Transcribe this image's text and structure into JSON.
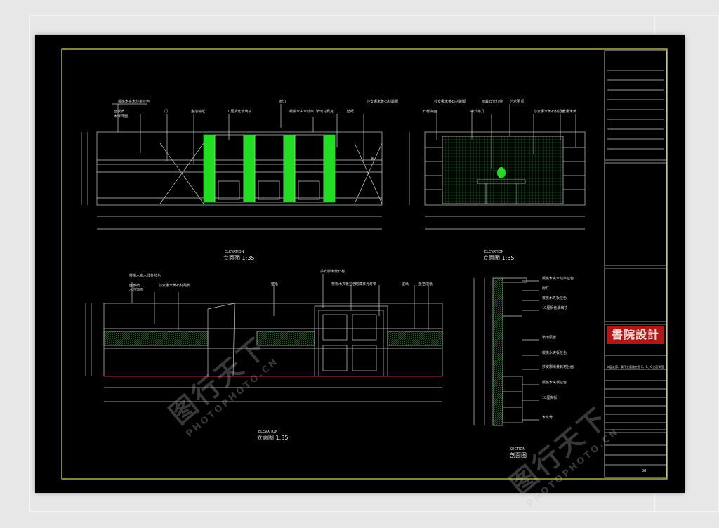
{
  "colors": {
    "background": "#e6e7e6",
    "canvas": "#000000",
    "frame": "#d8d86a",
    "line": "#c8c8c8",
    "accent_green": "#22dd22",
    "logo_red": "#e02020"
  },
  "elevation_1": {
    "title": "立面图 1:35",
    "tag": "ELEVATION",
    "labels_left": [
      "樱桃木实木线条拉色",
      "面板喷",
      "木作饰面",
      "门",
      "金箔墙纸",
      "10厘钢化玻璃镜",
      "射灯",
      "樱桃木实木线条",
      "玻璃马赛克",
      "壁纸",
      "莎安娜米黄石材踢脚"
    ]
  },
  "elevation_2": {
    "title": "立面图 1:35",
    "tag": "ELEVATION",
    "labels": [
      "莎安娜米黄石材踢脚",
      "暗藏日光灯带",
      "艺术吊顶",
      "石材拼画",
      "中式条几",
      "莎安娜米黄石材门套",
      "莎安娜米黄"
    ]
  },
  "elevation_3": {
    "title": "立面图 1:35",
    "tag": "ELEVATION",
    "labels": [
      "樱桃木实木线条拉色",
      "面板喷",
      "木作饰面",
      "莎安娜米黄石材踢脚",
      "壁纸",
      "莎安娜米黄石材",
      "樱桃木夹板拉色",
      "暗藏日光灯带",
      "壁纸",
      "金箔墙纸"
    ]
  },
  "section": {
    "title": "剖面图",
    "tag": "SECTION",
    "labels": [
      "樱桃木实木线条拉色",
      "射灯",
      "樱桃木夹板拉色",
      "10厘钢化玻璃镜",
      "玻璃层板",
      "樱桃木夹板拉色",
      "莎安娜米黄石材台面",
      "樱桃木夹板拉色",
      "18厘夹板",
      "木龙骨"
    ]
  },
  "title_block": {
    "logo_text": "書院設計",
    "drawing_name": "二层走廊、餐厅立面施工图 E、F、G立面详图",
    "page_number": "38"
  },
  "watermarks": [
    {
      "text": "图行天下",
      "sub": "PHOTOPHOTO.CN"
    },
    {
      "text": "图行天下",
      "sub": "PHOTOPHOTO.CN"
    }
  ]
}
